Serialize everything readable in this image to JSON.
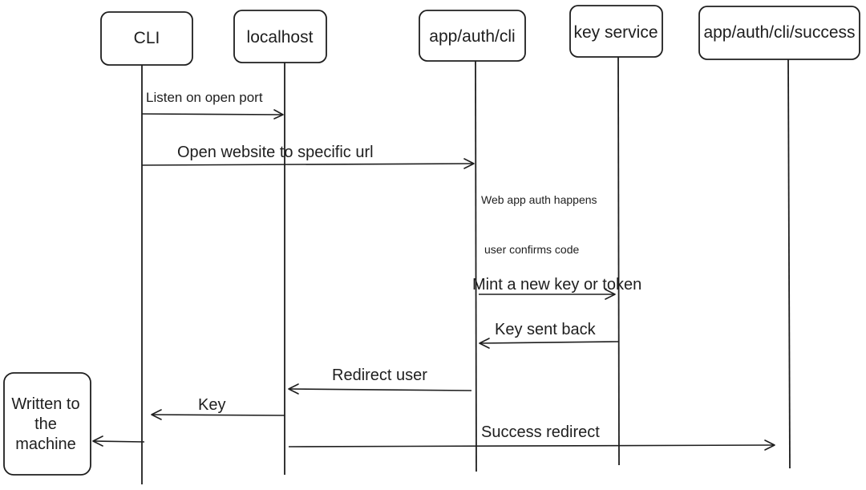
{
  "participants": [
    {
      "id": "cli",
      "label": "CLI"
    },
    {
      "id": "localhost",
      "label": "localhost"
    },
    {
      "id": "app_auth_cli",
      "label": "app/auth/cli"
    },
    {
      "id": "key_service",
      "label": "key service"
    },
    {
      "id": "success",
      "label": "app/auth/cli/success"
    }
  ],
  "messages": [
    {
      "from": "cli",
      "to": "localhost",
      "label": "Listen on open port"
    },
    {
      "from": "cli",
      "to": "app_auth_cli",
      "label": "Open website to specific url"
    },
    {
      "from": "app_auth_cli",
      "to": "key_service",
      "label": "Mint a new key or token"
    },
    {
      "from": "key_service",
      "to": "app_auth_cli",
      "label": "Key sent back"
    },
    {
      "from": "app_auth_cli",
      "to": "localhost",
      "label": "Redirect user"
    },
    {
      "from": "localhost",
      "to": "cli",
      "label": "Key"
    },
    {
      "from": "localhost",
      "to": "success",
      "label": "Success redirect"
    },
    {
      "from": "cli",
      "to": "written_box",
      "label": ""
    }
  ],
  "notes": [
    {
      "on": "app_auth_cli",
      "text": "Web app auth happens"
    },
    {
      "on": "app_auth_cli",
      "text": "user confirms code"
    }
  ],
  "side_box": {
    "lines": [
      "Written to",
      "the",
      "machine"
    ]
  }
}
